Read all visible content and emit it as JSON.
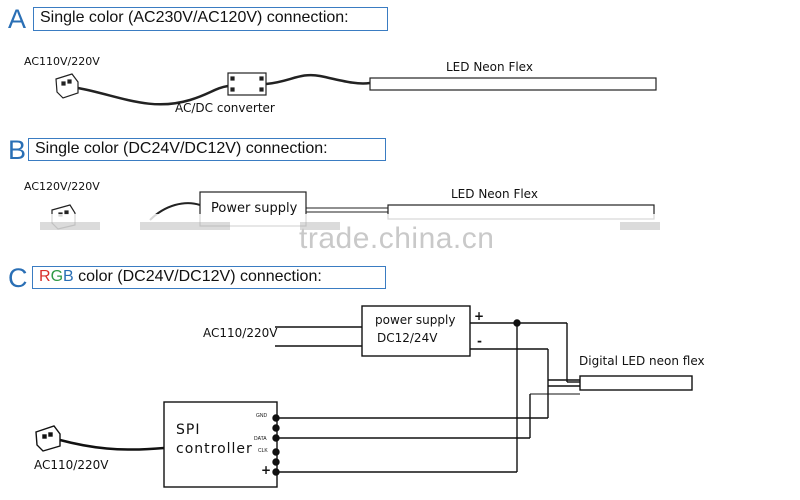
{
  "sections": {
    "a": {
      "letter": "A",
      "title": "Single color (AC230V/AC120V) connection:"
    },
    "b": {
      "letter": "B",
      "title": "Single color (DC24V/DC12V) connection:"
    },
    "c": {
      "letter": "C",
      "title_r": "R",
      "title_g": "G",
      "title_b": "B",
      "title_rest": " color (DC24V/DC12V) connection:"
    }
  },
  "diagram_a": {
    "plug_label": "AC110V/220V",
    "converter_label": "AC/DC converter",
    "strip_label": "LED Neon Flex"
  },
  "diagram_b": {
    "plug_label": "AC120V/220V",
    "power_label": "Power supply",
    "strip_label": "LED Neon Flex"
  },
  "diagram_c": {
    "ac_label": "AC110/220V",
    "psu_line1": "power supply",
    "psu_line2": "DC12/24V",
    "plus": "+",
    "minus": "-",
    "strip_label": "Digital LED neon flex",
    "controller_line1": "SPI",
    "controller_line2": "controller",
    "pin_gnd": "GND",
    "pin_data": "DATA",
    "pin_clk": "CLK",
    "pin_plus": "+",
    "plug_label": "AC110/220V"
  },
  "watermark": "trade.china.cn",
  "colors": {
    "accent": "#3a7cc2",
    "red": "#d9302c",
    "green": "#2f9a45",
    "blue": "#2a6fb5"
  }
}
